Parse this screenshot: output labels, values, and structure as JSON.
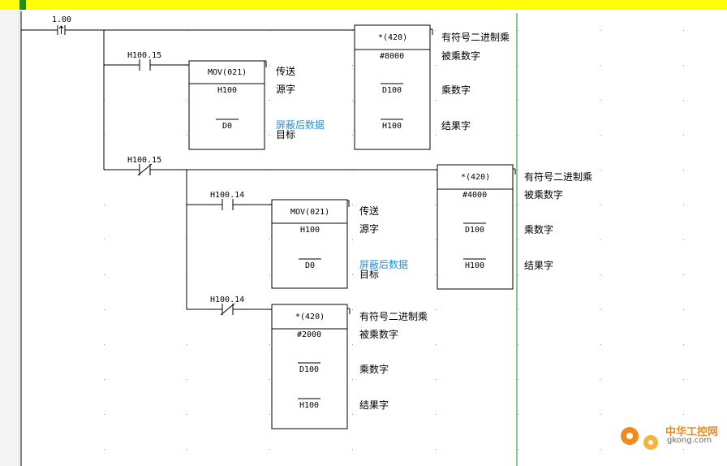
{
  "rung": {
    "input_contact": "1.00",
    "branches": {
      "top": {
        "contact_no": "H100.15",
        "mov": {
          "name": "MOV(021)",
          "src": "H100",
          "dst": "D0",
          "comment_src": "源字",
          "comment_dst": "目标",
          "comment_title": "传送",
          "note": "屏蔽后数据"
        },
        "mul": {
          "name": "*(420)",
          "a": "#8000",
          "b": "D100",
          "r": "H100",
          "title": "有符号二进制乘",
          "ca": "被乘数字",
          "cb": "乘数字",
          "cr": "结果字"
        }
      },
      "middle": {
        "contact_nc": "H100.15",
        "contact_no": "H100.14",
        "mov": {
          "name": "MOV(021)",
          "src": "H100",
          "dst": "D0",
          "comment_src": "源字",
          "comment_dst": "目标",
          "comment_title": "传送",
          "note": "屏蔽后数据"
        },
        "mul": {
          "name": "*(420)",
          "a": "#4000",
          "b": "D100",
          "r": "H100",
          "title": "有符号二进制乘",
          "ca": "被乘数字",
          "cb": "乘数字",
          "cr": "结果字"
        }
      },
      "bottom": {
        "contact_nc": "H100.14",
        "mul": {
          "name": "*(420)",
          "a": "#2000",
          "b": "D100",
          "r": "H100",
          "title": "有符号二进制乘",
          "ca": "被乘数字",
          "cb": "乘数字",
          "cr": "结果字"
        }
      }
    }
  },
  "watermark": {
    "logo_text": "中华工控网",
    "domain": "gkong.com",
    "gear_color": "#f08a1c"
  },
  "colors": {
    "topbar": "#ffff00",
    "rail": "#1e8c1e",
    "wire": "#000000",
    "note": "#2a8fcf"
  }
}
